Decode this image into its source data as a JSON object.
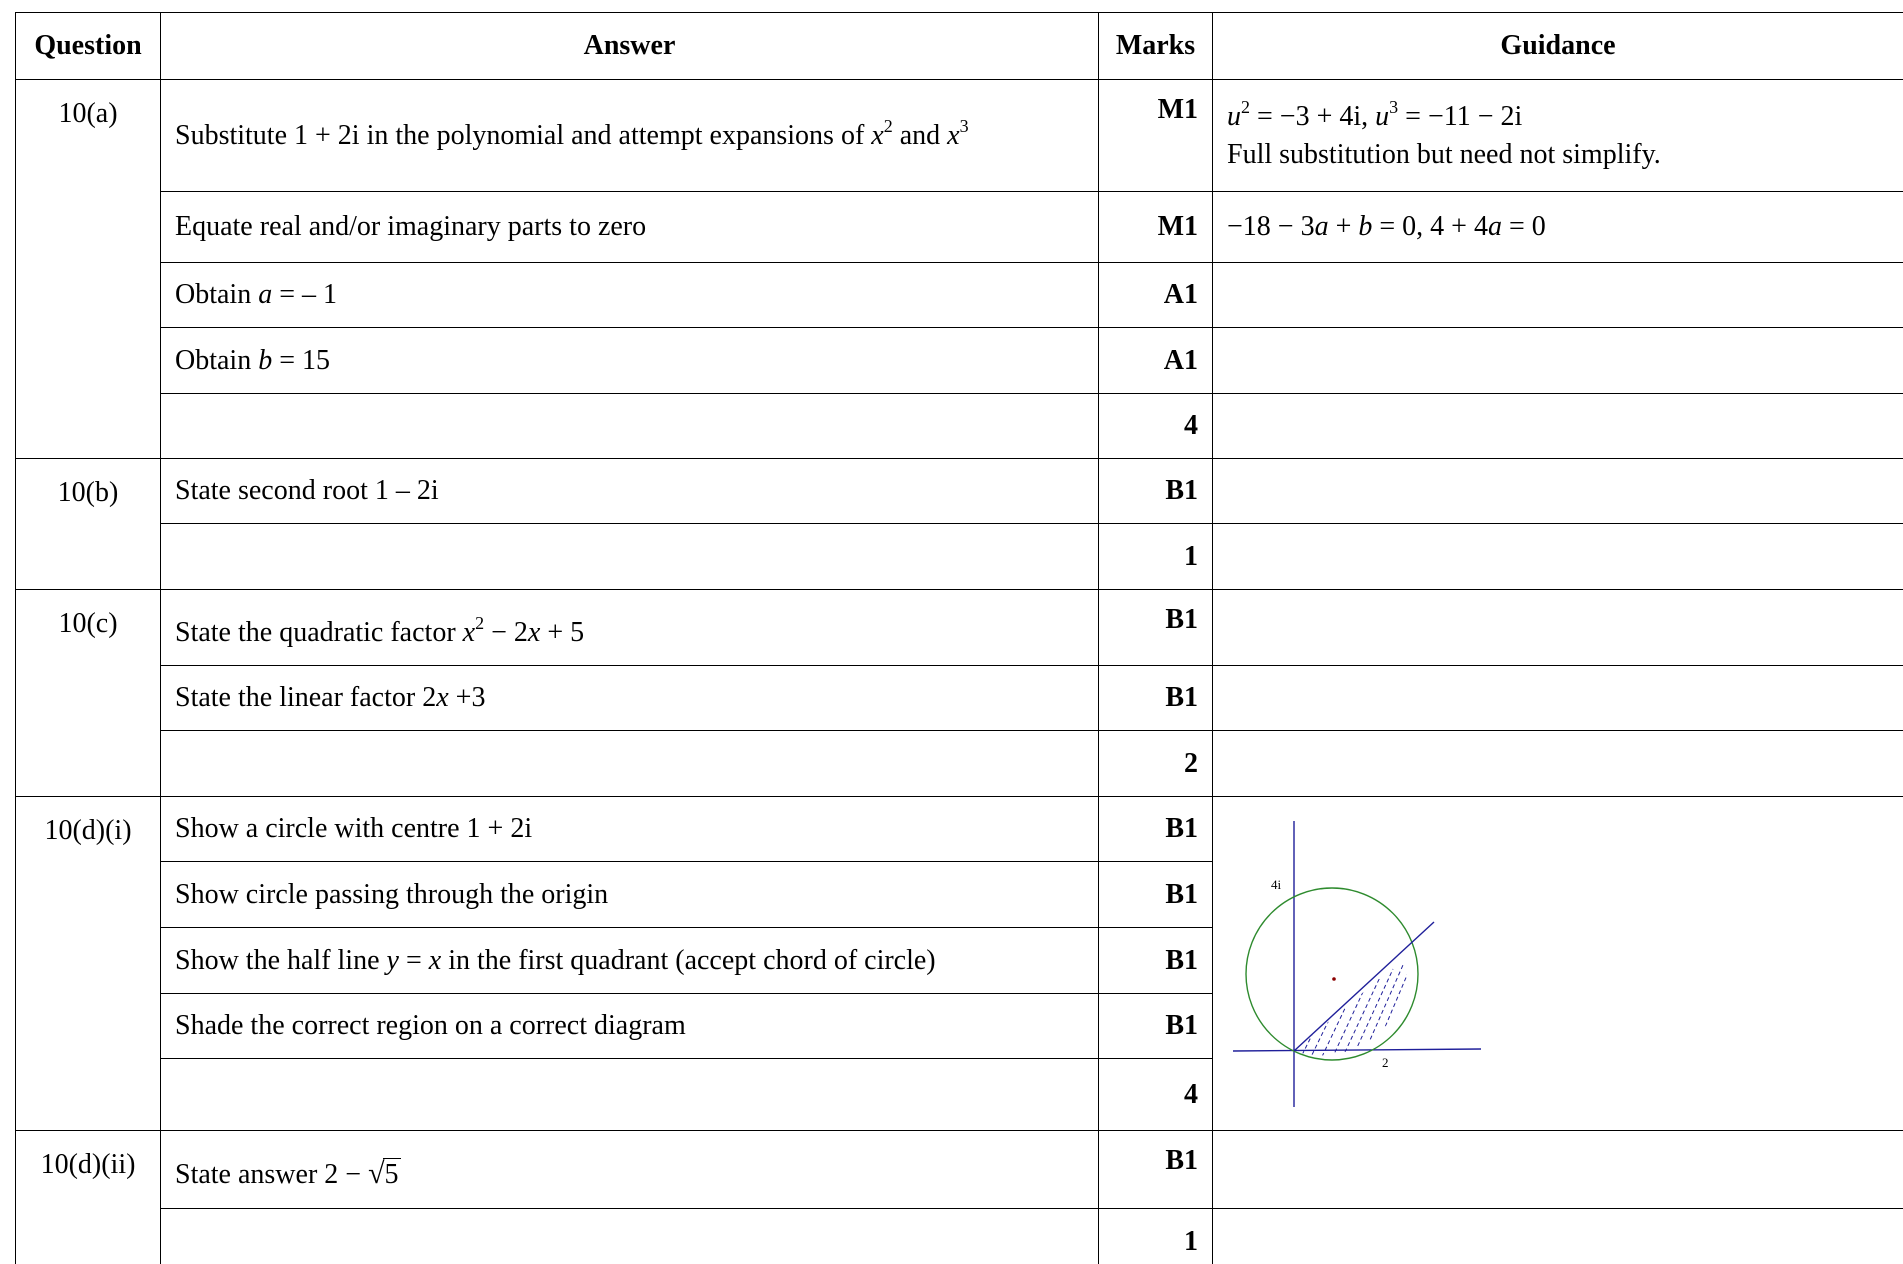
{
  "header": {
    "question": "Question",
    "answer": "Answer",
    "marks": "Marks",
    "guidance": "Guidance"
  },
  "q10a": {
    "label": "10(a)",
    "r1": {
      "answer_pre": "Substitute 1 + 2i in the polynomial and attempt expansions of ",
      "x1": "x",
      "exp1": "2",
      "and": " and ",
      "x2": "x",
      "exp2": "3",
      "mark": "M1",
      "g_u1": "u",
      "g_e1": "2",
      "g_t1": " = −3 + 4i,  ",
      "g_u2": "u",
      "g_e2": "3",
      "g_t2": " = −11 − 2i",
      "g_line2": "Full substitution but need not simplify."
    },
    "r2": {
      "answer": "Equate real and/or imaginary parts to zero",
      "mark": "M1",
      "g_a": "−18 − 3",
      "g_av": "a",
      "g_b": " + ",
      "g_bv": "b",
      "g_c": " = 0,  4 + 4",
      "g_cv": "a",
      "g_d": " = 0"
    },
    "r3": {
      "answer_pre": "Obtain ",
      "var": "a",
      "answer_post": " = – 1",
      "mark": "A1"
    },
    "r4": {
      "answer_pre": "Obtain ",
      "var": "b",
      "answer_post": " = 15",
      "mark": "A1"
    },
    "total": "4"
  },
  "q10b": {
    "label": "10(b)",
    "r1": {
      "answer": "State second root 1 – 2i",
      "mark": "B1"
    },
    "total": "1"
  },
  "q10c": {
    "label": "10(c)",
    "r1": {
      "answer_pre": "State the quadratic factor  ",
      "x": "x",
      "exp": "2",
      "post1": " − 2",
      "x2": "x",
      "post2": " + 5",
      "mark": "B1"
    },
    "r2": {
      "answer_pre": "State the linear factor 2",
      "x": "x",
      "post": " +3",
      "mark": "B1"
    },
    "total": "2"
  },
  "q10di": {
    "label": "10(d)(i)",
    "r1": {
      "answer": "Show a circle with centre 1 + 2i",
      "mark": "B1"
    },
    "r2": {
      "answer": "Show circle passing through the origin",
      "mark": "B1"
    },
    "r3": {
      "answer_pre": "Show the half line ",
      "y": "y",
      "eq": " = ",
      "x": "x",
      "answer_post": " in the first quadrant (accept chord of circle)",
      "mark": "B1"
    },
    "r4": {
      "answer": "Shade the correct region on a correct diagram",
      "mark": "B1"
    },
    "total": "4",
    "diagram": {
      "label_4i": "4i",
      "label_2": "2",
      "circle_color": "#2e8b2e",
      "line_color": "#1f1f9a",
      "centre_color": "#8b0000"
    }
  },
  "q10dii": {
    "label": "10(d)(ii)",
    "r1": {
      "answer_pre": "State answer  2 − ",
      "radicand": "5",
      "mark": "B1"
    },
    "total": "1"
  }
}
